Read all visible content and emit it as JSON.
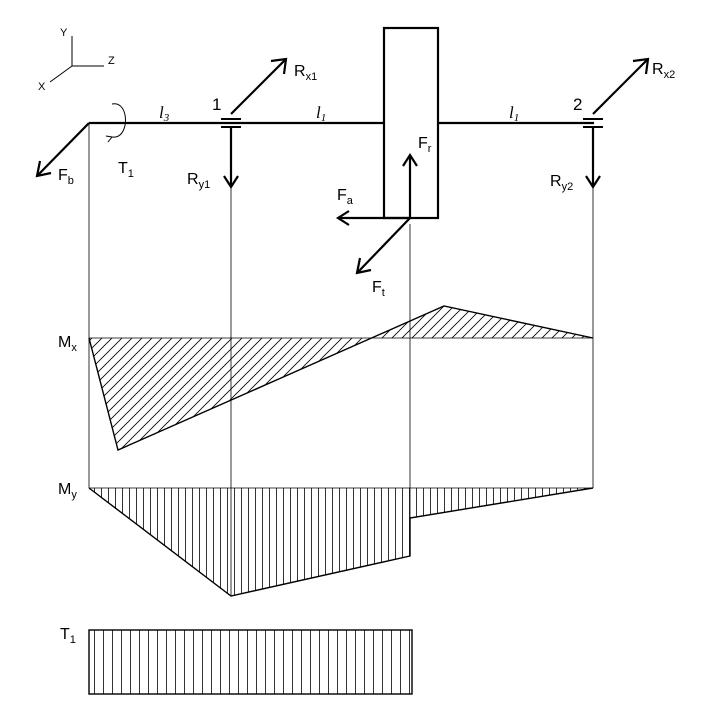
{
  "axes": {
    "y": "Y",
    "z": "Z",
    "x": "X"
  },
  "spans": {
    "l3": {
      "base": "l",
      "sub": "3"
    },
    "l1_left": {
      "base": "l",
      "sub": "1"
    },
    "l1_right": {
      "base": "l",
      "sub": "1"
    }
  },
  "bearings": {
    "one": "1",
    "two": "2"
  },
  "forces": {
    "Fb": {
      "base": "F",
      "sub": "b"
    },
    "T1": {
      "base": "T",
      "sub": "1"
    },
    "Rx1": {
      "base": "R",
      "sub": "x1"
    },
    "Ry1": {
      "base": "R",
      "sub": "y1"
    },
    "Rx2": {
      "base": "R",
      "sub": "x2"
    },
    "Ry2": {
      "base": "R",
      "sub": "y2"
    },
    "Fr": {
      "base": "F",
      "sub": "r"
    },
    "Fa": {
      "base": "F",
      "sub": "a"
    },
    "Ft": {
      "base": "F",
      "sub": "t"
    }
  },
  "diagrams": {
    "Mx": {
      "base": "M",
      "sub": "x"
    },
    "My": {
      "base": "M",
      "sub": "y"
    },
    "T1": {
      "base": "T",
      "sub": "1"
    }
  }
}
